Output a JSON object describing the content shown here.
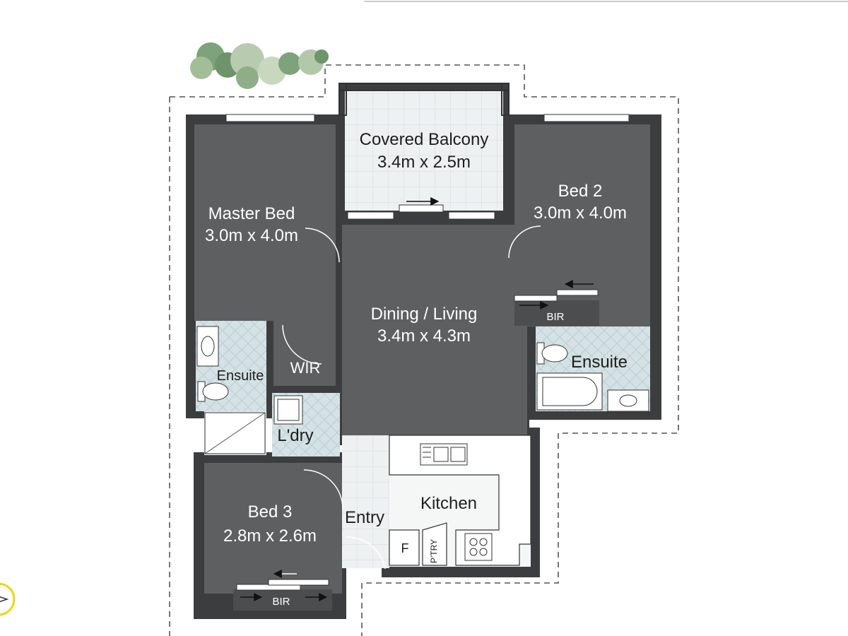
{
  "rooms": {
    "covered_balcony": {
      "name": "Covered Balcony",
      "size": "3.4m x 2.5m"
    },
    "master_bed": {
      "name": "Master Bed",
      "size": "3.0m x 4.0m"
    },
    "bed_2": {
      "name": "Bed 2",
      "size": "3.0m x 4.0m"
    },
    "dining_living": {
      "name": "Dining / Living",
      "size": "3.4m x 4.3m"
    },
    "bed_3": {
      "name": "Bed 3",
      "size": "2.8m x 2.6m"
    },
    "ensuite_master": {
      "name": "Ensuite"
    },
    "ensuite_bed2": {
      "name": "Ensuite"
    },
    "wir": {
      "name": "WIR"
    },
    "laundry": {
      "name": "L'dry"
    },
    "kitchen": {
      "name": "Kitchen"
    },
    "entry": {
      "name": "Entry"
    },
    "bir_bed2": {
      "name": "BIR"
    },
    "bir_bed3": {
      "name": "BIR"
    },
    "fridge": {
      "name": "F"
    },
    "pantry": {
      "name": "P'TRY"
    }
  },
  "colors": {
    "wall": "#3c3d3f",
    "room_floor": "#5e5f61",
    "tile_floor": "#e3e8ea",
    "wet_floor": "#cfdde0",
    "compass": "#f2d40f"
  },
  "icons": [
    "tree-icon",
    "compass-icon",
    "sink-icon",
    "toilet-icon",
    "bathtub-icon",
    "stove-icon"
  ]
}
